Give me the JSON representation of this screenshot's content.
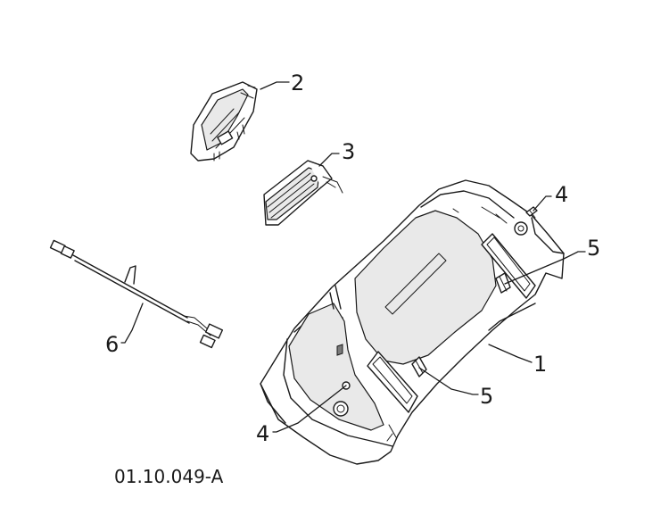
{
  "callouts": [
    {
      "label": "1"
    },
    {
      "label": "2"
    },
    {
      "label": "3"
    },
    {
      "label": "4"
    },
    {
      "label": "5"
    },
    {
      "label": "5"
    },
    {
      "label": "4"
    },
    {
      "label": "6"
    }
  ],
  "reference_code": "01.10.049-A"
}
